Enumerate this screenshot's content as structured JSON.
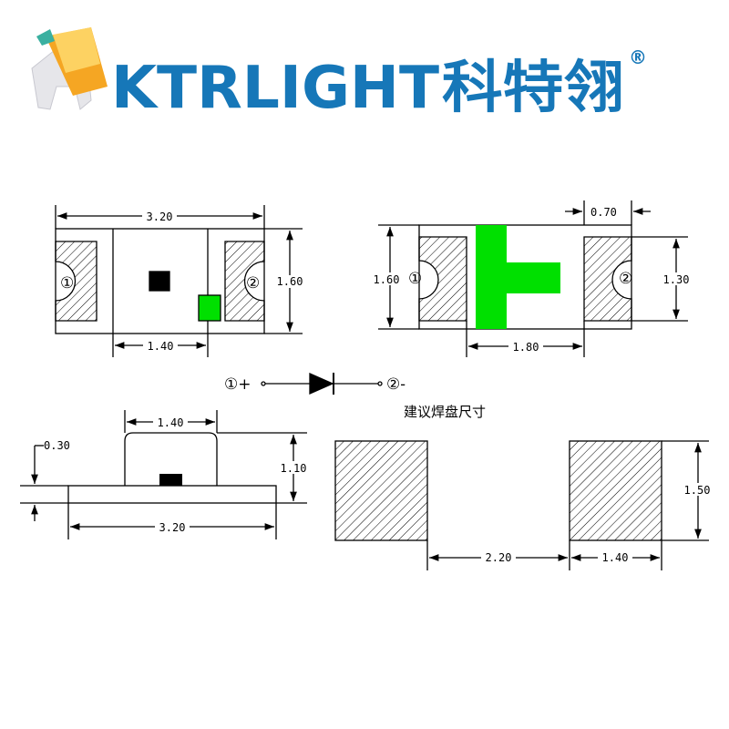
{
  "logo": {
    "brand": "KTRLIGHT",
    "brand_cn": "科特翎",
    "registered": "®"
  },
  "colors": {
    "brand_blue": "#1677b8",
    "led_green": "#00e000",
    "chip": "#000000"
  },
  "top_view": {
    "width": "3.20",
    "height": "1.60",
    "inner": "1.40",
    "pin1": "①",
    "pin2": "②"
  },
  "bottom_view": {
    "width": "1.80",
    "height": "1.60",
    "pad_height": "1.30",
    "pad_width": "0.70",
    "pin1": "①",
    "pin2": "②"
  },
  "polarity": {
    "anode": "①+",
    "cathode": "②-"
  },
  "side_view": {
    "lens_width": "1.40",
    "total_height": "1.10",
    "base_height": "0.30",
    "length": "3.20"
  },
  "pad_layout": {
    "title": "建议焊盘尺寸",
    "pad_height": "1.50",
    "gap": "2.20",
    "pad_width": "1.40"
  }
}
